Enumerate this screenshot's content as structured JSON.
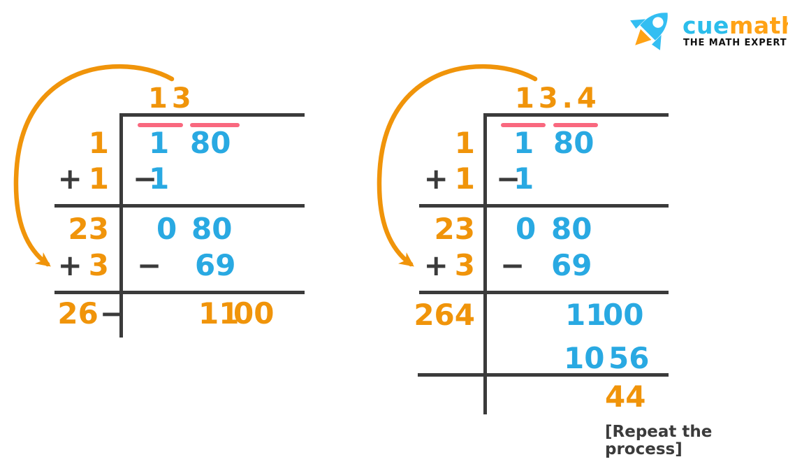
{
  "colors": {
    "digit_orange": "#F0940A",
    "digit_blue": "#29A9E2",
    "bar_pink": "#F9687F",
    "line_dark": "#3B3B3B",
    "logo_cyan": "#2BBDEB",
    "logo_orange": "#FFA215"
  },
  "logo": {
    "brand_cue": "cue",
    "brand_math": "math",
    "tagline": "THE MATH EXPERT"
  },
  "left_figure": {
    "quotient": "13",
    "divisor_column": {
      "row1": "1",
      "row2_sign": "+",
      "row2": "1",
      "row3": "23",
      "row4_sign": "+",
      "row4": "3",
      "row5": "26",
      "row5_dash": "−"
    },
    "work_column": {
      "row1_a": "1",
      "row1_b": "80",
      "row2_sign": "−",
      "row2": "1",
      "row3_a": "0",
      "row3_b": "80",
      "row4_sign": "−",
      "row4": "69",
      "row5_a": "11",
      "row5_b": "00"
    }
  },
  "right_figure": {
    "quotient": "13.4",
    "divisor_column": {
      "row1": "1",
      "row2_sign": "+",
      "row2": "1",
      "row3": "23",
      "row4_sign": "+",
      "row4": "3",
      "row5": "264"
    },
    "work_column": {
      "row1_a": "1",
      "row1_b": "80",
      "row2_sign": "−",
      "row2": "1",
      "row3_a": "0",
      "row3_b": "80",
      "row4_sign": "−",
      "row4": "69",
      "row5_a": "11",
      "row5_b": "00",
      "row6_a": "10",
      "row6_b": "56",
      "row7": "44"
    }
  },
  "annotation": "[Repeat the process]"
}
